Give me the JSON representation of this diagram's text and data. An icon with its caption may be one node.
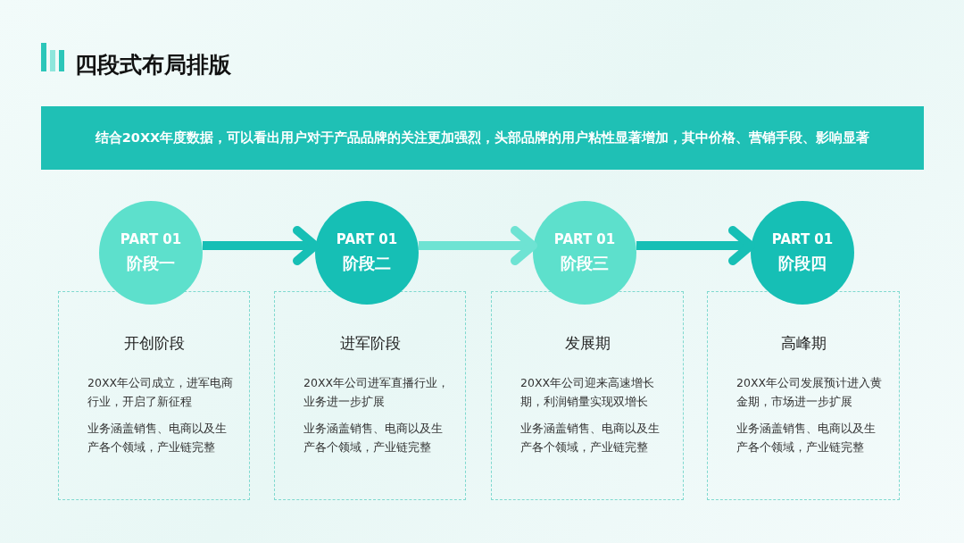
{
  "diagram": {
    "title": "四段式布局排版",
    "nodes": [
      {
        "text": [
          "结合20XX年度数据，可以看出用户对于产品品牌的关注更加强烈，头部品牌的用户粘性显著增加，其中价格、营销手段、影响显著"
        ]
      },
      {
        "text": [
          "PART 01",
          "阶段一"
        ]
      },
      {
        "text": [
          "PART 01",
          "阶段二"
        ]
      },
      {
        "text": [
          "PART 01",
          "阶段三"
        ]
      },
      {
        "text": [
          "PART 01",
          "阶段四"
        ]
      },
      {
        "text": [
          "开创阶段",
          "20XX年公司成立，进军电商行业，开启了新征程",
          "业务涵盖销售、电商以及生产各个领域，产业链完整"
        ]
      },
      {
        "text": [
          "进军阶段",
          "20XX年公司进军直播行业，业务进一步扩展",
          "业务涵盖销售、电商以及生产各个领域，产业链完整"
        ]
      },
      {
        "text": [
          "发展期",
          "20XX年公司迎来高速增长期，利润销量实现双增长",
          "业务涵盖销售、电商以及生产各个领域，产业链完整"
        ]
      },
      {
        "text": [
          "高峰期",
          "20XX年公司发展预计进入黄金期，市场进一步扩展",
          "业务涵盖销售、电商以及生产各个领域，产业链完整"
        ]
      }
    ],
    "edges": [
      {
        "from": 1,
        "to": 2,
        "arrow": "to"
      },
      {
        "from": 2,
        "to": 3,
        "arrow": "to",
        "color": "#6ee3d3"
      },
      {
        "from": 3,
        "to": 4,
        "arrow": "to"
      }
    ]
  }
}
